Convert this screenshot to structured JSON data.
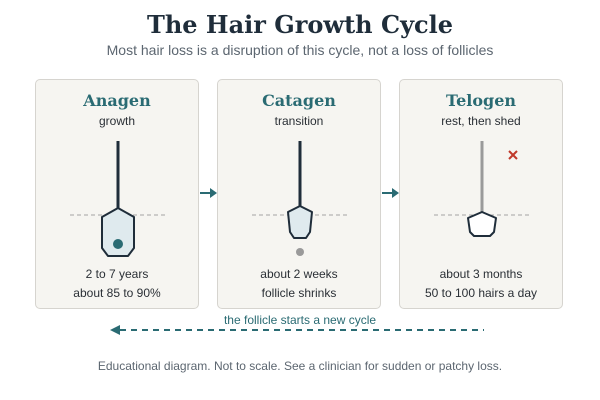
{
  "title": "The Hair Growth Cycle",
  "subtitle": "Most hair loss is a disruption of this cycle, not a loss of follicles",
  "colors": {
    "accent": "#2a6b73",
    "ink": "#1f2d3a",
    "card_bg": "#f6f5f1",
    "shed_mark": "#c0392b"
  },
  "stages": [
    {
      "name": "Anagen",
      "subtitle": "growth",
      "detail_1": "2 to 7 years",
      "detail_2": "about 85 to 90%"
    },
    {
      "name": "Catagen",
      "subtitle": "transition",
      "detail_1": "about 2 weeks",
      "detail_2": "follicle shrinks"
    },
    {
      "name": "Telogen",
      "subtitle": "rest, then shed",
      "detail_1": "about 3 months",
      "detail_2": "50 to 100 hairs a day"
    }
  ],
  "cycle_label": "the follicle starts a new cycle",
  "footnote": "Educational diagram. Not to scale. See a clinician for sudden or patchy loss."
}
